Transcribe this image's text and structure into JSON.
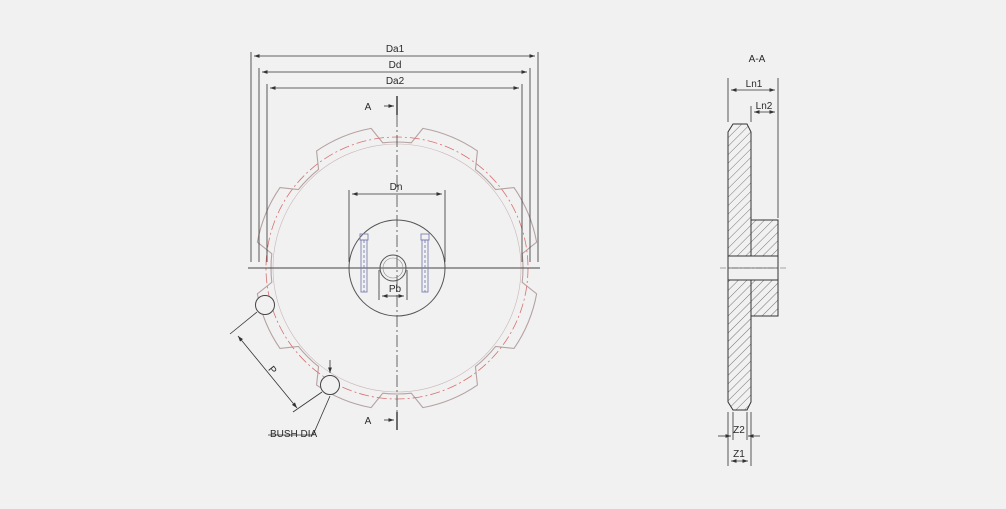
{
  "drawing": {
    "front_view": {
      "dimensions": {
        "da1": "Da1",
        "dd": "Dd",
        "da2": "Da2",
        "dn": "Dn",
        "pb": "Pb",
        "pitch": "P"
      },
      "section_marks": {
        "top": "A",
        "bottom": "A"
      },
      "callout": "BUSH DIA"
    },
    "section_view": {
      "title": "A-A",
      "dimensions": {
        "ln1": "Ln1",
        "ln2": "Ln2",
        "z2": "Z2",
        "z1": "Z1"
      }
    },
    "colors": {
      "background": "#f1f1f1",
      "line": "#3a3a3a",
      "pitch_circle": "#d87070",
      "tooth_outline": "#b5a2a2",
      "bolt": "#7a7fb0"
    }
  }
}
